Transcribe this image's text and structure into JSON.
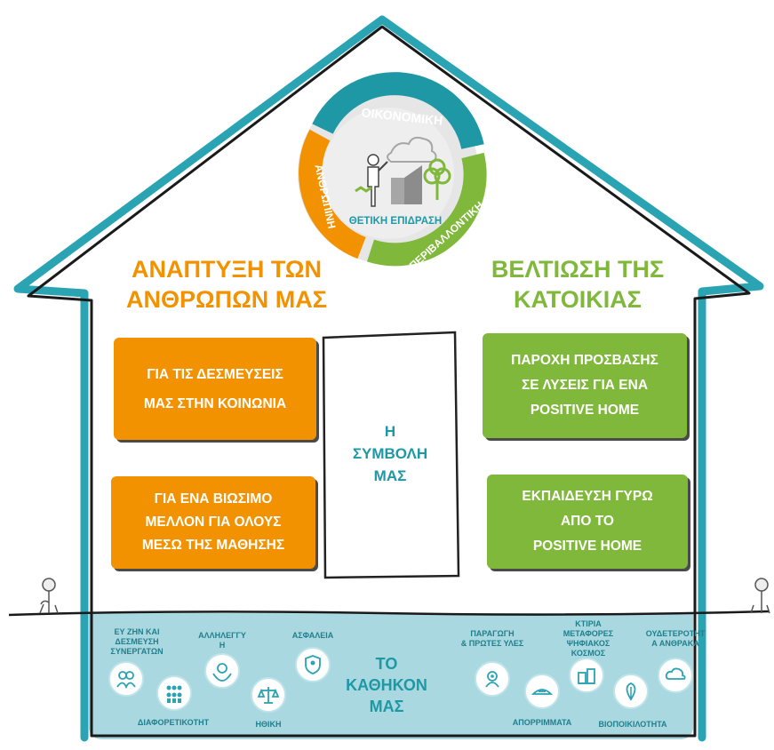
{
  "wheel": {
    "top": "ΟΙΚΟΝΟΜΙΚΗ",
    "left": "ΑΝΘΡΩΠΙΝΗ",
    "right": "ΠΕΡΙΒΑΛΛΟΝΤΙΚΗ",
    "center": "ΘΕΤΙΚΗ ΕΠΙΔΡΑΣΗ"
  },
  "headings": {
    "left": "ΑΝΑΠΤΥΞΗ ΤΩΝ\nΑΝΘΡΩΠΩΝ ΜΑΣ",
    "right": "ΒΕΛΤΙΩΣΗ ΤΗΣ\nΚΑΤΟΙΚΙΑΣ"
  },
  "boxes": {
    "left_top": "ΓΙΑ ΤΙΣ ΔΕΣΜΕΥΣΕΙΣ\nΜΑΣ ΣΤΗΝ ΚΟΙΝΩΝΙΑ",
    "left_bottom": "ΓΙΑ ΕΝΑ ΒΙΩΣΙΜΟ\nΜΕΛΛΟΝ ΓΙΑ ΟΛΟΥΣ\nΜΕΣΩ ΤΗΣ ΜΑΘΗΣΗΣ",
    "center": "Η\nΣΥΜΒΟΛΗ\nΜΑΣ",
    "right_top": "ΠΑΡΟΧΗ  ΠΡΟΣΒΑΣΗΣ\nΣΕ ΛΥΣΕΙΣ ΓΙΑ ΕΝΑ\nPOSITIVE HOME",
    "right_bottom": "ΕΚΠΑΙΔΕΥΣΗ ΓΥΡΩ\nΑΠΟ ΤΟ\nPOSITIVE HOME"
  },
  "duty": "ΤΟ\nΚΑΘΗΚΟΝ\nΜΑΣ",
  "foundation_icons": [
    {
      "label": "ΕΥ ΖΗΝ ΚΑΙ\nΔΕΣΜΕΥΣΗ\nΣΥΝΕΡΓΑΤΩΝ",
      "icon": "people-wellbeing-icon"
    },
    {
      "label": "ΔΙΑΦΟΡΕΤΙΚΟΤΗΤ",
      "icon": "diversity-icon"
    },
    {
      "label": "ΑΛΛΗΛΕΓΓΥ\nΗ",
      "icon": "solidarity-icon"
    },
    {
      "label": "ΗΘΙΚΗ",
      "icon": "ethics-scales-icon"
    },
    {
      "label": "ΑΣΦΑΛΕΙΑ",
      "icon": "safety-icon"
    },
    {
      "label": "ΠΑΡΑΓΩΓΗ\n& ΠΡΩΤΕΣ ΥΛΕΣ",
      "icon": "production-icon"
    },
    {
      "label": "ΑΠΟΡΡΙΜΜΑΤΑ",
      "icon": "waste-icon"
    },
    {
      "label": "ΚΤΙΡΙΑ\nΜΕΤΑΦΟΡΕΣ\nΨΗΦΙΑΚΟΣ ΚΟΣΜΟΣ",
      "icon": "buildings-transport-icon"
    },
    {
      "label": "ΒΙΟΠΟΙΚΙΛΟΤΗΤΑ",
      "icon": "biodiversity-icon"
    },
    {
      "label": "ΟΥΔΕΤΕΡΟΤΗΤ\nΑ ΑΝΘΡΑΚΑ",
      "icon": "carbon-neutral-icon"
    }
  ],
  "colors": {
    "orange": "#f39200",
    "green": "#7fb83a",
    "teal": "#1f98a6",
    "ground": "#a9d8e0"
  }
}
